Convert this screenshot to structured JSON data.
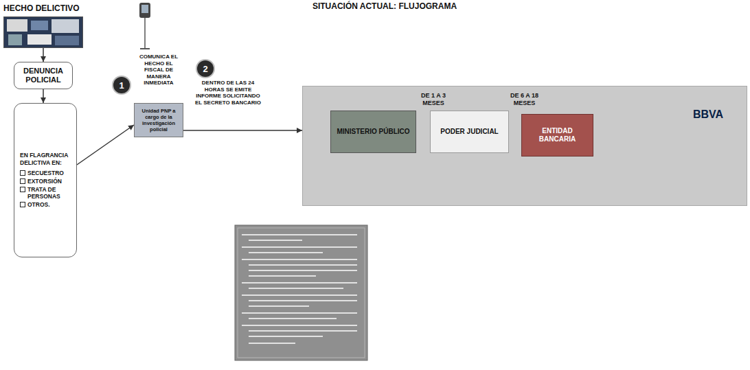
{
  "diagram": {
    "title": "SITUACIÓN ACTUAL: FLUJOGRAMA",
    "nodes": [
      {
        "text": [
          "HECHO DELICTIVO"
        ]
      },
      {
        "text": [
          "DENUNCIA POLICIAL"
        ]
      },
      {
        "text": [
          "EN FLAGRANCIA DELICTIVA EN:",
          "SECUESTRO",
          "EXTORSIÓN",
          "TRATA DE PERSONAS",
          "OTROS."
        ]
      },
      {
        "text": [
          "Unidad PNP a cargo de la investigación policial"
        ]
      },
      {
        "text": [
          "DE 1 A 3 MESES",
          "DE 6 A 18 MESES"
        ]
      },
      {
        "text": [
          "MINISTERIO PÚBLICO"
        ],
        "in": 4
      },
      {
        "text": [
          "PODER JUDICIAL"
        ],
        "in": 4
      },
      {
        "text": [
          "ENTIDAD BANCARIA"
        ],
        "in": 4
      },
      {
        "text": [
          "BBVA"
        ],
        "in": 4
      }
    ],
    "edges": [
      {
        "from": 0,
        "to": 1,
        "arrow": "to"
      },
      {
        "from": 1,
        "to": 2,
        "arrow": "to"
      },
      {
        "from": 2,
        "to": 3,
        "arrow": "to"
      },
      {
        "from": 3,
        "to": 4,
        "arrow": "to"
      },
      {
        "from": 5,
        "to": 6,
        "arrow": "to"
      },
      {
        "from": 6,
        "to": 7,
        "arrow": "to"
      }
    ],
    "labels": [
      "1",
      "COMUNICA EL HECHO EL FISCAL DE MANERA INMEDIATA",
      "2",
      "DENTRO DE LAS 24 HORAS SE EMITE INFORME SOLICITANDO EL SECRETO BANCARIO"
    ]
  }
}
